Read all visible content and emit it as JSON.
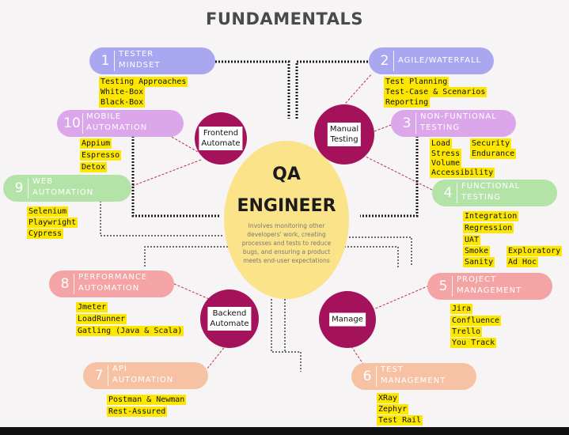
{
  "title": "FUNDAMENTALS",
  "center": {
    "line1": "QA",
    "line2": "ENGINEER",
    "description": "Involves monitoring other developers' work, creating processes and tests to reduce bugs, and ensuring a product meets end-user expectations"
  },
  "hubs": {
    "frontend": "Frontend\nAutomate",
    "manual": "Manual\nTesting",
    "backend": "Backend\nAutomate",
    "manage": "Manage"
  },
  "topics": [
    {
      "num": "1",
      "label": "TESTER\nMINDSET",
      "color": "#a9a7ef",
      "items": [
        "Testing Approaches",
        "White-Box",
        "Black-Box"
      ]
    },
    {
      "num": "2",
      "label": "AGILE/WATERFALL",
      "color": "#a9a7ef",
      "items": [
        "Test Planning",
        "Test-Case & Scenarios",
        "Reporting"
      ]
    },
    {
      "num": "3",
      "label": "NON-FUNTIONAL\nTESTING",
      "color": "#dba6ea",
      "items": [
        "Load",
        "Stress",
        "Volume",
        "Accessibility",
        "Security",
        "Endurance"
      ]
    },
    {
      "num": "4",
      "label": "FUNCTIONAL\nTESTING",
      "color": "#b3e3a6",
      "items": [
        "Integration",
        "Regression",
        "UAT",
        "Smoke",
        "Sanity",
        "Exploratory",
        "Ad Hoc"
      ]
    },
    {
      "num": "5",
      "label": "PROJECT\nMANAGEMENT",
      "color": "#f4a4a4",
      "items": [
        "Jira",
        "Confluence",
        "Trello",
        "You Track"
      ]
    },
    {
      "num": "6",
      "label": "TEST\nMANAGEMENT",
      "color": "#f7c2a4",
      "items": [
        "XRay",
        "Zephyr",
        "Test Rail"
      ]
    },
    {
      "num": "7",
      "label": "API\nAUTOMATION",
      "color": "#f7c2a4",
      "items": [
        "Postman & Newman",
        "Rest-Assured"
      ]
    },
    {
      "num": "8",
      "label": "PERFORMANCE\nAUTOMATION",
      "color": "#f4a4a4",
      "items": [
        "Jmeter",
        "LoadRunner",
        "Gatling (Java & Scala)"
      ]
    },
    {
      "num": "9",
      "label": "WEB\nAUTOMATION",
      "color": "#b3e3a6",
      "items": [
        "Selenium",
        "Playwright",
        "Cypress"
      ]
    },
    {
      "num": "10",
      "label": "MOBILE\nAUTOMATION",
      "color": "#dba6ea",
      "items": [
        "Appium",
        "Espresso",
        "Detox"
      ]
    }
  ],
  "colors": {
    "hub": "#a3125a",
    "center": "#fbe389",
    "highlight": "#fde700",
    "connector": "#c22a4a"
  }
}
